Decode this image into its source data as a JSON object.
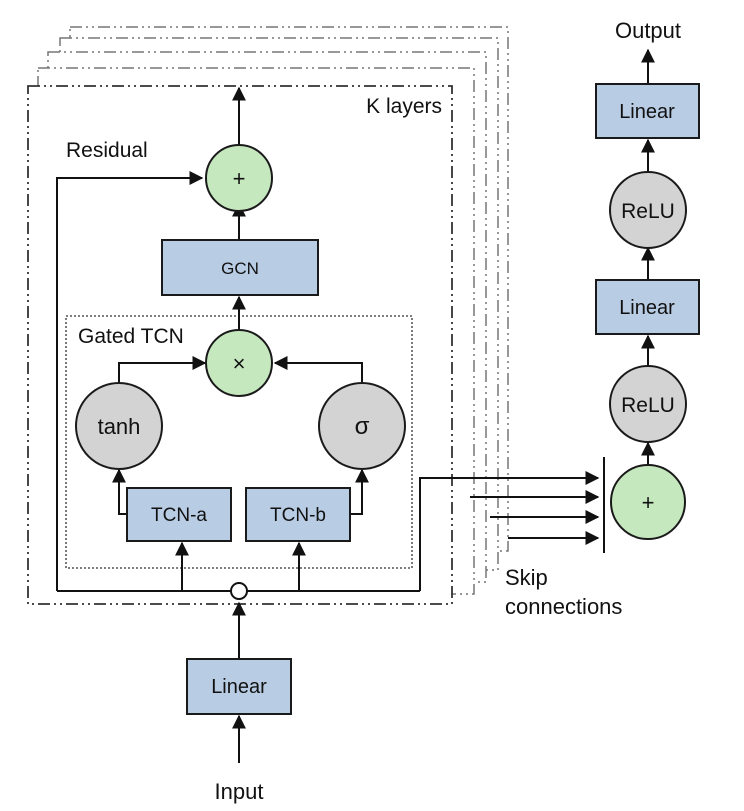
{
  "labels": {
    "output": "Output",
    "input": "Input",
    "k_layers": "K layers",
    "residual": "Residual",
    "gated_tcn": "Gated TCN",
    "skip_line1": "Skip",
    "skip_line2": "connections"
  },
  "nodes": {
    "linear_input": "Linear",
    "gcn": "GCN",
    "tcn_a": "TCN-a",
    "tcn_b": "TCN-b",
    "tanh": "tanh",
    "sigma": "σ",
    "multiply": "×",
    "add_residual": "+",
    "add_skip": "+",
    "relu_lower": "ReLU",
    "linear_mid": "Linear",
    "relu_upper": "ReLU",
    "linear_top": "Linear"
  },
  "colors": {
    "box_fill": "#b8cce4",
    "op_fill": "#c6e8bf",
    "activation_fill": "#d3d3d3"
  }
}
